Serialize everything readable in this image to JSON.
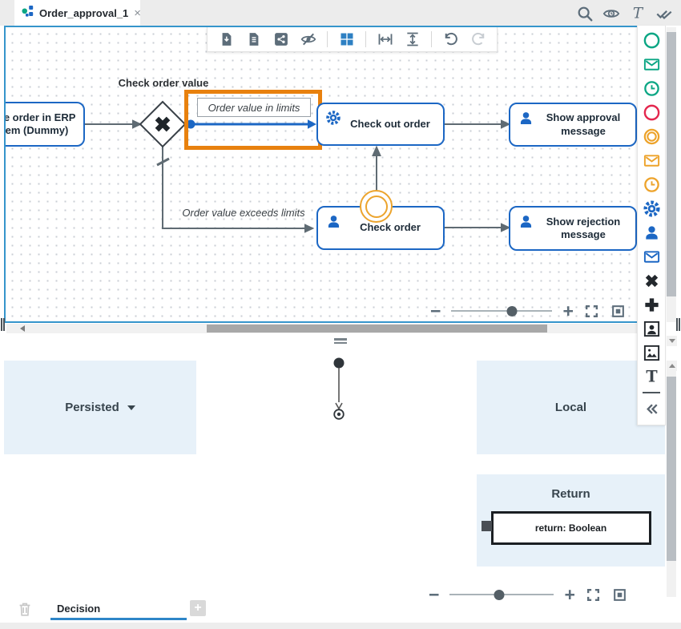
{
  "tab": {
    "title": "Order_approval_1",
    "close_glyph": "×"
  },
  "header": {
    "icons": [
      {
        "name": "search",
        "shape": "search"
      },
      {
        "name": "versions-preview",
        "shape": "eye-clock"
      },
      {
        "name": "text-tool",
        "shape": "text-italic"
      },
      {
        "name": "validate",
        "shape": "double-check"
      }
    ]
  },
  "canvas": {
    "toolbar": {
      "default_color": "#5d6d7a",
      "items": [
        {
          "name": "export-download",
          "shape": "file-down"
        },
        {
          "name": "export-document",
          "shape": "file-text"
        },
        {
          "name": "share",
          "shape": "share"
        },
        {
          "name": "hide-details",
          "shape": "eye-off"
        },
        {
          "divider": true
        },
        {
          "name": "auto-layout",
          "shape": "grid",
          "color": "#2e80c3"
        },
        {
          "divider": true
        },
        {
          "name": "fit-width",
          "shape": "width"
        },
        {
          "name": "fit-height",
          "shape": "height"
        },
        {
          "divider": true
        },
        {
          "name": "undo",
          "shape": "undo"
        },
        {
          "name": "redo",
          "shape": "redo",
          "color": "#c8cdd2"
        }
      ]
    },
    "palette": {
      "items": [
        {
          "name": "start-event",
          "shape": "circle",
          "color": "#0ba684"
        },
        {
          "name": "message-start-event",
          "shape": "envelope",
          "color": "#0ba684"
        },
        {
          "name": "timer-start-event",
          "shape": "clock",
          "color": "#0ba684"
        },
        {
          "name": "end-event",
          "shape": "circle",
          "color": "#e4274e"
        },
        {
          "name": "intermediate-event",
          "shape": "double-circle",
          "color": "#eda32b"
        },
        {
          "name": "message-intermediate-event",
          "shape": "envelope",
          "color": "#eda32b"
        },
        {
          "name": "timer-intermediate-event",
          "shape": "clock",
          "color": "#eda32b"
        },
        {
          "name": "service-task",
          "shape": "gear",
          "color": "#1c67c4"
        },
        {
          "name": "user-task",
          "shape": "person",
          "color": "#1c67c4"
        },
        {
          "name": "send-task",
          "shape": "envelope",
          "color": "#1c67c4"
        },
        {
          "name": "exclusive-gateway",
          "shape": "x",
          "color": "#23282d"
        },
        {
          "name": "parallel-gateway",
          "shape": "plus",
          "color": "#23282d"
        },
        {
          "name": "user-image",
          "shape": "person-frame",
          "color": "#23282d"
        },
        {
          "name": "image",
          "shape": "image-frame",
          "color": "#23282d"
        },
        {
          "name": "text-annotation",
          "shape": "text",
          "color": "#3c444b"
        },
        {
          "divider": true
        },
        {
          "name": "collapse-palette",
          "shape": "chevrons-left",
          "color": "#5a6570"
        }
      ]
    },
    "diagram": {
      "gateway_label": "Check order value",
      "create_order_task": "Create order in ERP system (Dummy)",
      "flow_in_limits": "Order value in limits",
      "flow_exceeds_limits": "Order value exceeds limits",
      "check_out_order_task": "Check out order",
      "show_approval_task": "Show approval message",
      "check_order_task": "Check order",
      "show_rejection_task": "Show rejection message"
    },
    "zoom": {
      "minus": "−",
      "plus": "+",
      "slider_percent": 60
    }
  },
  "mapping_panel": {
    "persisted_label": "Persisted",
    "local_label": "Local",
    "return_title": "Return",
    "return_field": "return: Boolean",
    "zoom": {
      "minus": "−",
      "plus": "+",
      "slider_percent": 47
    },
    "tabs": [
      {
        "label": "Decision",
        "active": true
      }
    ],
    "add_tab_glyph": "+"
  },
  "colors": {
    "accent_blue": "#1c67c4",
    "selection_orange": "#e8810e",
    "event_green": "#0ba684",
    "event_red": "#e4274e",
    "event_orange": "#eda32b",
    "canvas_border_blue": "#3595cb",
    "tab_underline_blue": "#2e86c8",
    "panel_light_blue": "#e7f1f9"
  }
}
